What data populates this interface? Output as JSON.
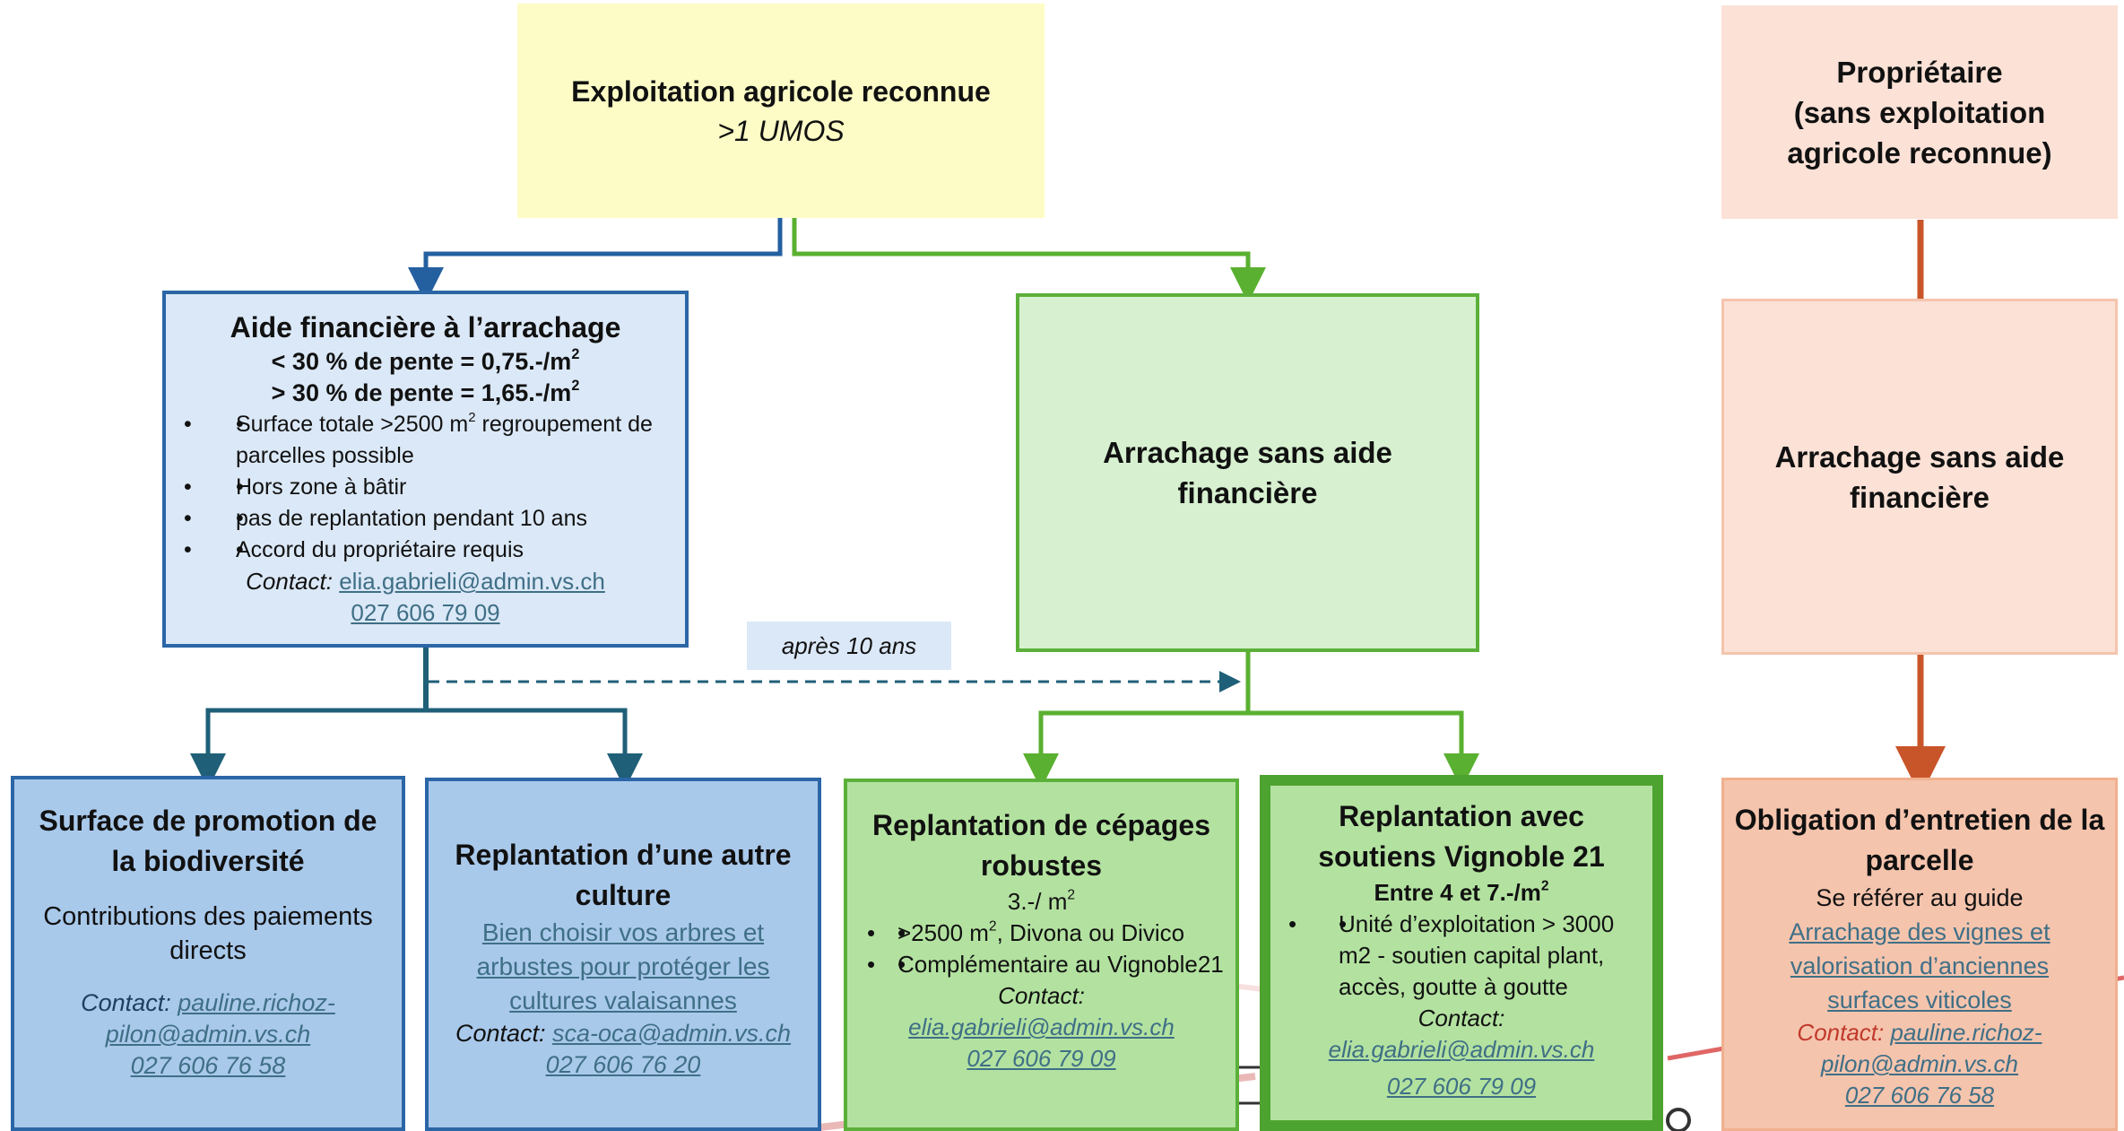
{
  "top_left": {
    "title": "Exploitation agricole reconnue",
    "subtitle": ">1 UMOS"
  },
  "top_right": {
    "line1": "Propriétaire",
    "line2": "(sans exploitation",
    "line3": "agricole reconnue)"
  },
  "aide": {
    "title": "Aide financière  à l’arrachage",
    "rate1": "< 30 % de pente = 0,75.-/m",
    "rate2": "> 30 % de pente = 1,65.-/m",
    "sup": "2",
    "bullet1a": "Surface totale >2500 m",
    "bullet1b": "regroupement de parcelles possible",
    "bullet2": "Hors zone à bâtir",
    "bullet3": "pas de replantation pendant 10 ans",
    "bullet4": "Accord du propriétaire requis",
    "contact_label": "Contact:",
    "contact_email": "elia.gabrieli@admin.vs.ch",
    "contact_phone": "027 606 79 09"
  },
  "arrachage_center": {
    "title": "Arrachage sans aide financière"
  },
  "arrachage_right": {
    "title": "Arrachage sans aide financière"
  },
  "apres": {
    "label": "après 10 ans"
  },
  "biodiv": {
    "title": "Surface de promotion de la biodiversité",
    "text": "Contributions des paiements directs",
    "contact_label": "Contact:",
    "contact_email_a": "pauline.richoz-",
    "contact_email_b": "pilon@admin.vs.ch",
    "contact_phone": "027 606 76 58"
  },
  "autre": {
    "title": "Replantation d’une autre culture",
    "link1": "Bien choisir vos arbres et",
    "link2": "arbustes pour protéger les",
    "link3": "cultures valaisannes",
    "contact_label": "Contact:",
    "contact_email": "sca-oca@admin.vs.ch",
    "contact_phone": "027 606 76 20"
  },
  "robustes": {
    "title": "Replantation de cépages robustes",
    "price": "3.-/ m",
    "sup": "2",
    "bullet1a": ">2500 m",
    "bullet1b": ", Divona ou Divico",
    "bullet2": "Complémentaire au Vignoble21",
    "contact_label": "Contact:",
    "contact_email": "elia.gabrieli@admin.vs.ch",
    "contact_phone": "027 606 79 09"
  },
  "vignoble": {
    "title": "Replantation avec soutiens Vignoble 21",
    "price": "Entre 4 et 7.-/m",
    "sup": "2",
    "bullet1": "Unité d’exploitation > 3000 m2 - soutien capital plant, accès, goutte à goutte",
    "contact_label": "Contact:",
    "contact_email": "elia.gabrieli@admin.vs.ch",
    "contact_phone": "027 606 79 09"
  },
  "obligation": {
    "title": "Obligation d’entretien de la parcelle",
    "text": "Se référer au guide",
    "link1": "Arrachage des vignes et",
    "link2": "valorisation d’anciennes",
    "link3": "surfaces viticoles",
    "contact_label": "Contact:",
    "contact_email_a": "pauline.richoz-",
    "contact_email_b": "pilon@admin.vs.ch",
    "contact_phone": "027 606 76 58"
  },
  "colors": {
    "yellow_fill": "#fdfcc6",
    "blue_light_fill": "#dbe8f7",
    "blue_border": "#2b66a6",
    "blue_fill": "#a9c9eb",
    "green_light_fill": "#d7f1d0",
    "green_border": "#5bb03a",
    "green_fill": "#b3e2a0",
    "green_dark_border": "#4da32f",
    "salmon_light_fill": "#fbe1d6",
    "salmon_fill": "#f5c4ad",
    "salmon_border": "#f0b08f",
    "connector_blue": "#2460a0",
    "connector_teal": "#1f5f78",
    "connector_green": "#5ab030",
    "connector_orange": "#c8552a",
    "link": "#3f6f86",
    "contact_orange": "#c0392b"
  }
}
